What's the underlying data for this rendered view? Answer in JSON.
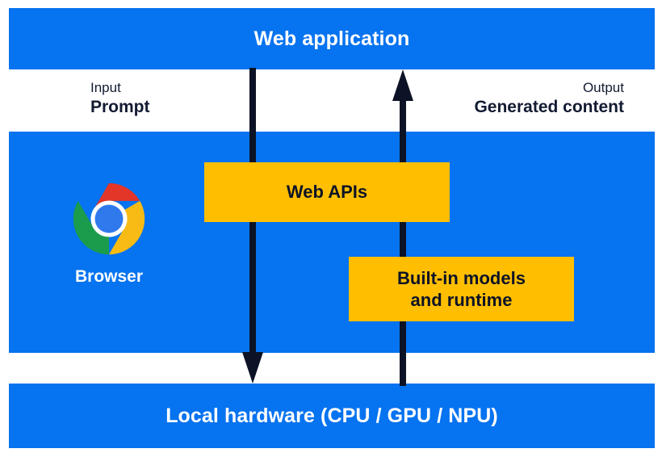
{
  "diagram": {
    "title": "Web application to local hardware built-in AI flow",
    "colors": {
      "band_blue": "#0673f0",
      "box_yellow": "#ffbe00",
      "arrow_navy": "#0d1326",
      "text_on_blue": "#ffffff",
      "text_dark": "#131b32",
      "background": "#ffffff"
    }
  },
  "layers": {
    "web_application": {
      "label": "Web application"
    },
    "browser": {
      "label": "Browser",
      "icon": "chrome-logo-icon",
      "boxes": {
        "web_apis": {
          "label": "Web APIs"
        },
        "builtin_models": {
          "line1": "Built-in models",
          "line2": "and runtime"
        }
      }
    },
    "local_hardware": {
      "label": "Local hardware (CPU / GPU / NPU)"
    }
  },
  "flows": {
    "input": {
      "kind": "Input",
      "value": "Prompt",
      "direction": "down",
      "icon": "arrow-down-icon"
    },
    "output": {
      "kind": "Output",
      "value": "Generated content",
      "direction": "up",
      "icon": "arrow-up-icon"
    }
  }
}
